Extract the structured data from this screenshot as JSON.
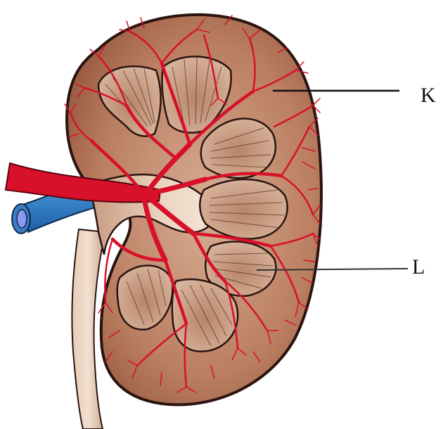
{
  "diagram": {
    "subject": "kidney-longitudinal-section",
    "labels": [
      {
        "id": "K",
        "text": "K"
      },
      {
        "id": "L",
        "text": "L"
      }
    ],
    "colors": {
      "capsule": "#5b2d1f",
      "cortex": "#b77a5d",
      "medulla": "#d9b59b",
      "pyramid": "#c79378",
      "pelvis": "#e8cdb6",
      "ureter": "#e2c3a8",
      "artery": "#d9102a",
      "vein": "#2a7fc6",
      "outline": "#2b1410"
    }
  }
}
